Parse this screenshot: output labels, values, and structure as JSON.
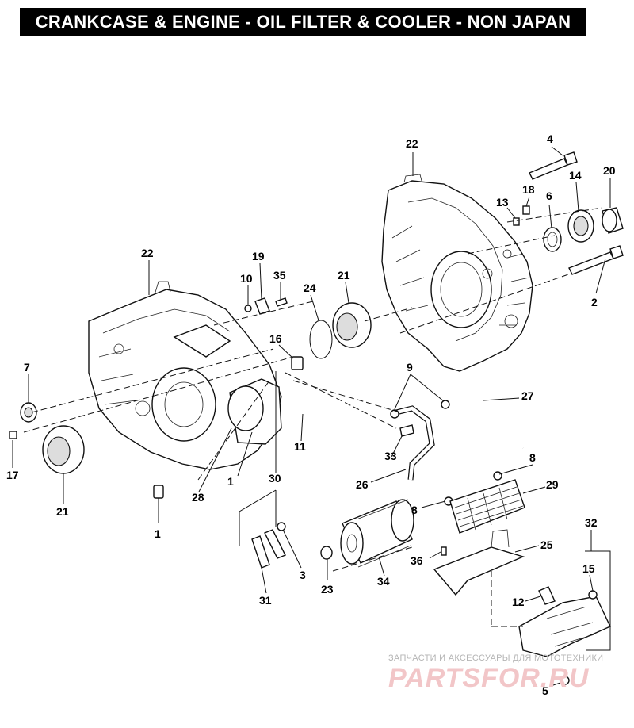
{
  "title": "CRANKCASE & ENGINE - OIL FILTER & COOLER - NON JAPAN",
  "callouts": [
    {
      "n": "22"
    },
    {
      "n": "4"
    },
    {
      "n": "14"
    },
    {
      "n": "20"
    },
    {
      "n": "18"
    },
    {
      "n": "13"
    },
    {
      "n": "6"
    },
    {
      "n": "22"
    },
    {
      "n": "19"
    },
    {
      "n": "10"
    },
    {
      "n": "35"
    },
    {
      "n": "24"
    },
    {
      "n": "21"
    },
    {
      "n": "2"
    },
    {
      "n": "7"
    },
    {
      "n": "16"
    },
    {
      "n": "9"
    },
    {
      "n": "27"
    },
    {
      "n": "17"
    },
    {
      "n": "21"
    },
    {
      "n": "11"
    },
    {
      "n": "33"
    },
    {
      "n": "8"
    },
    {
      "n": "30"
    },
    {
      "n": "1"
    },
    {
      "n": "28"
    },
    {
      "n": "26"
    },
    {
      "n": "29"
    },
    {
      "n": "8"
    },
    {
      "n": "1"
    },
    {
      "n": "32"
    },
    {
      "n": "25"
    },
    {
      "n": "3"
    },
    {
      "n": "36"
    },
    {
      "n": "15"
    },
    {
      "n": "31"
    },
    {
      "n": "23"
    },
    {
      "n": "34"
    },
    {
      "n": "12"
    },
    {
      "n": "5"
    }
  ],
  "watermark": {
    "subtitle": "ЗАПЧАСТИ И АКСЕССУАРЫ ДЛЯ МОТОТЕХНИКИ",
    "logo": "PARTSFOR.RU"
  }
}
